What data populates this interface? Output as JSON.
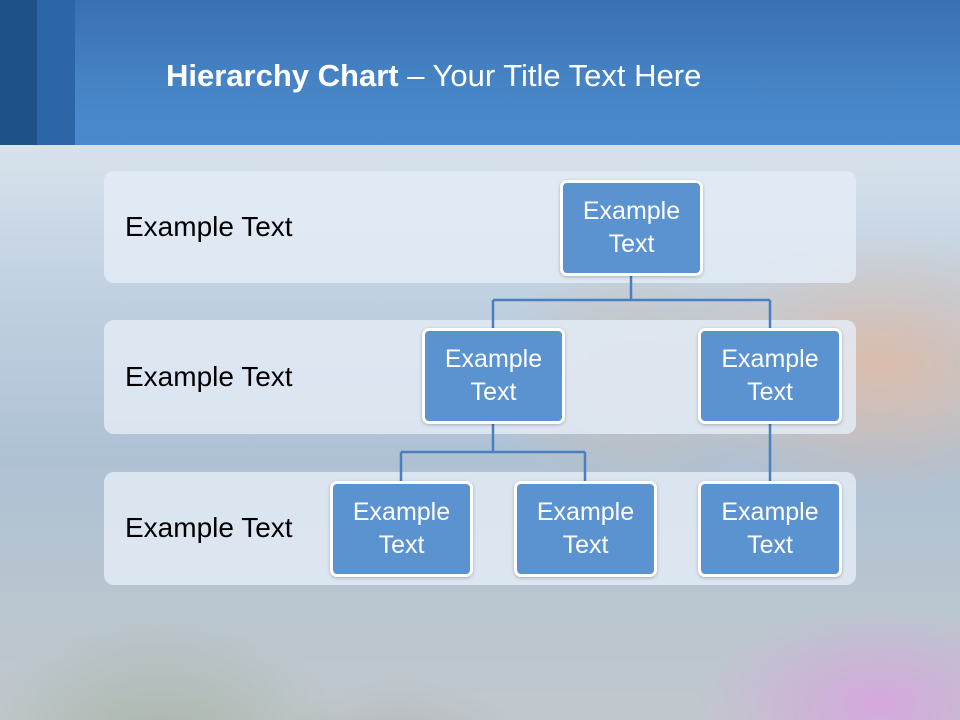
{
  "header": {
    "title_bold": "Hierarchy Chart",
    "title_rest": " – Your Title Text Here"
  },
  "levels": [
    {
      "label": "Example Text"
    },
    {
      "label": "Example Text"
    },
    {
      "label": "Example Text"
    }
  ],
  "nodes": {
    "root": {
      "line1": "Example",
      "line2": "Text"
    },
    "level2_left": {
      "line1": "Example",
      "line2": "Text"
    },
    "level2_right": {
      "line1": "Example",
      "line2": "Text"
    },
    "level3_a": {
      "line1": "Example",
      "line2": "Text"
    },
    "level3_b": {
      "line1": "Example",
      "line2": "Text"
    },
    "level3_c": {
      "line1": "Example",
      "line2": "Text"
    }
  },
  "colors": {
    "header": "#4583c5",
    "header_dark": "#1f5189",
    "node_fill": "#5b93d0",
    "connector": "#4a7fbf"
  }
}
